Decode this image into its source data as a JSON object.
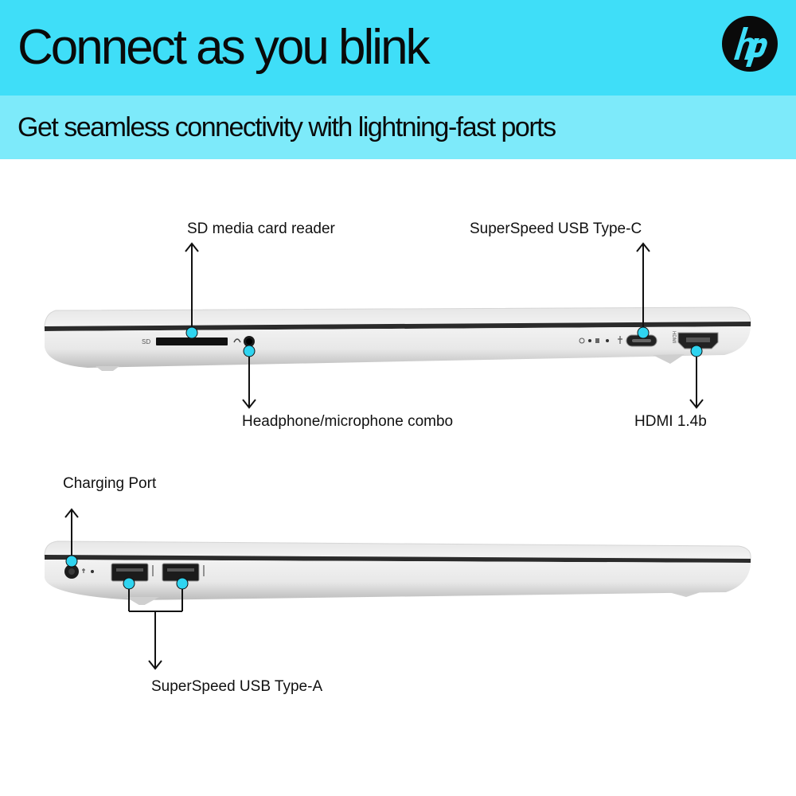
{
  "header": {
    "title": "Connect as you blink",
    "subtitle": "Get seamless connectivity with lightning-fast ports",
    "brand": "hp",
    "colors": {
      "banner_top": "#3fdef8",
      "banner_bottom": "#7deafa",
      "callout_dot": "#2fd4f0"
    }
  },
  "right_side_view": {
    "callouts": [
      {
        "label": "SD media card reader",
        "direction": "up"
      },
      {
        "label": "SuperSpeed USB Type-C",
        "direction": "up"
      },
      {
        "label": "Headphone/microphone combo",
        "direction": "down"
      },
      {
        "label": "HDMI 1.4b",
        "direction": "down"
      }
    ],
    "port_markings": {
      "sd": "SD",
      "hdmi": "HDMI"
    }
  },
  "left_side_view": {
    "callouts": [
      {
        "label": "Charging Port",
        "direction": "up"
      },
      {
        "label": "SuperSpeed USB Type-A",
        "direction": "down"
      }
    ]
  }
}
